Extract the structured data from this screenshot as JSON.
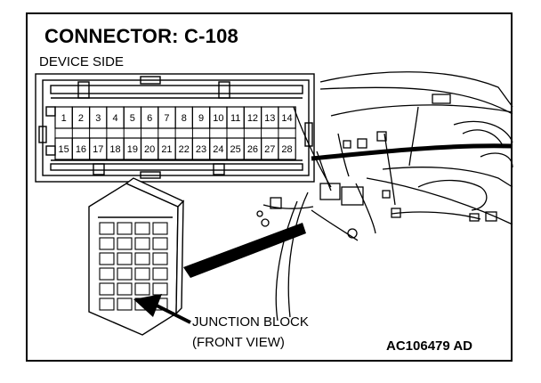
{
  "title": "CONNECTOR: C-108",
  "subtitle": "DEVICE SIDE",
  "connector": {
    "top_row": [
      "1",
      "2",
      "3",
      "4",
      "5",
      "6",
      "7",
      "8",
      "9",
      "10",
      "11",
      "12",
      "13",
      "14"
    ],
    "bottom_row": [
      "15",
      "16",
      "17",
      "18",
      "19",
      "20",
      "21",
      "22",
      "23",
      "24",
      "25",
      "26",
      "27",
      "28"
    ]
  },
  "callout": {
    "line1": "JUNCTION BLOCK",
    "line2": "(FRONT VIEW)"
  },
  "figure_code": "AC106479 AD"
}
